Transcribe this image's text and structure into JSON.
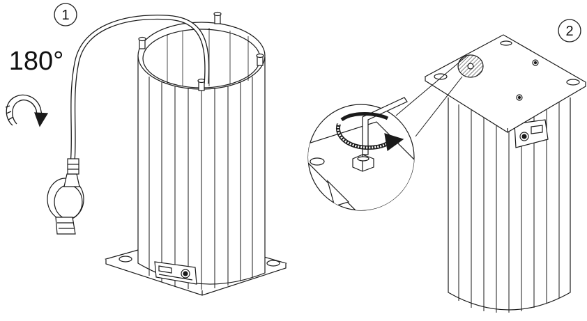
{
  "step1": {
    "number": "1",
    "rotation_label": "180°"
  },
  "step2": {
    "number": "2"
  },
  "colors": {
    "line": "#1a1a1a",
    "fill": "#ffffff",
    "hatch": "#555555"
  },
  "icons": [
    "rotate-arrow-icon",
    "hex-key-icon",
    "hatched-detail-icon"
  ]
}
